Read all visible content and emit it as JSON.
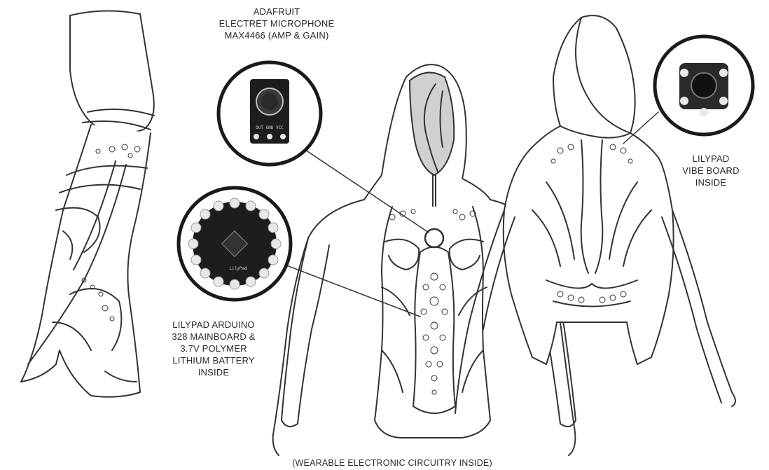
{
  "labels": {
    "microphone": [
      "ADAFRUIT",
      "ELECTRET MICROPHONE",
      "MAX4466 (AMP & GAIN)"
    ],
    "lilypad_arduino": [
      "LILYPAD ARDUINO",
      "328 MAINBOARD &",
      "3.7V POLYMER",
      "LITHIUM BATTERY",
      "INSIDE"
    ],
    "vibe_board": [
      "LILYPAD",
      "VIBE BOARD",
      "INSIDE"
    ],
    "footer": "(WEARABLE ELECTRONIC CIRCUITRY INSIDE)"
  },
  "board_text": {
    "mic_pins": "OUT GND VCC",
    "lilypad_brand": "LilyPad"
  },
  "colors": {
    "line": "#333333",
    "hood_face": "#d0d0d0",
    "board": "#1d1d1d",
    "pad": "#e8e8e8"
  }
}
